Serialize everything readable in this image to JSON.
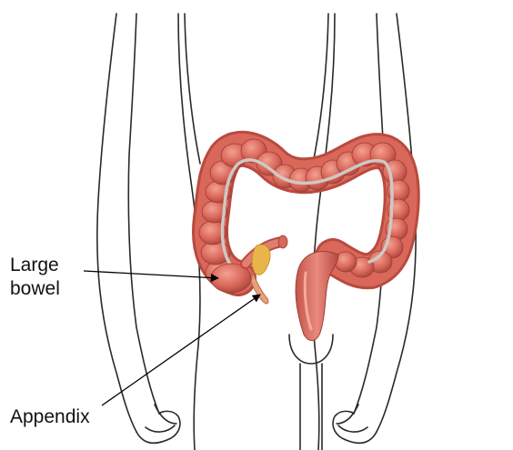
{
  "labels": {
    "large_bowel_line1": "Large",
    "large_bowel_line2": "bowel",
    "appendix": "Appendix"
  },
  "colors": {
    "outline": "#2a2a2a",
    "bowel_fill": "#d9675a",
    "bowel_shadow": "#b94a3f",
    "bowel_highlight": "#f09a8a",
    "band": "#c9c2bd",
    "appendix": "#e8a07a",
    "mesentery": "#e9b54a",
    "arrow": "#000000"
  }
}
